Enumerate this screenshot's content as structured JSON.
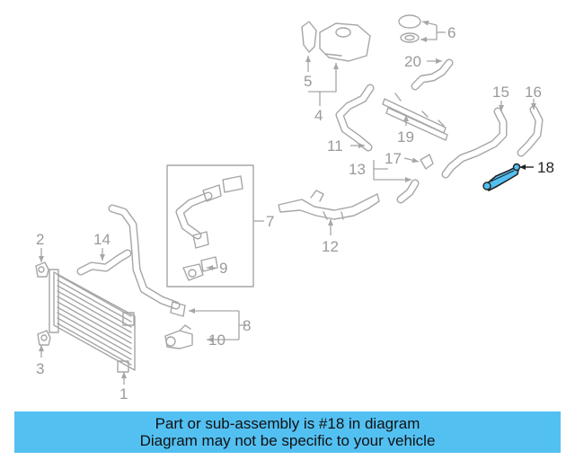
{
  "diagram": {
    "callouts": [
      "1",
      "2",
      "3",
      "4",
      "5",
      "6",
      "7",
      "8",
      "9",
      "10",
      "11",
      "12",
      "13",
      "14",
      "15",
      "16",
      "17",
      "18",
      "19",
      "20"
    ],
    "highlighted_part": "18",
    "highlight_color": "#53c0f2"
  },
  "banner": {
    "line1": "Part or sub-assembly is #18 in diagram",
    "line2": "Diagram may not be specific to your vehicle",
    "background": "#53c0f2"
  }
}
